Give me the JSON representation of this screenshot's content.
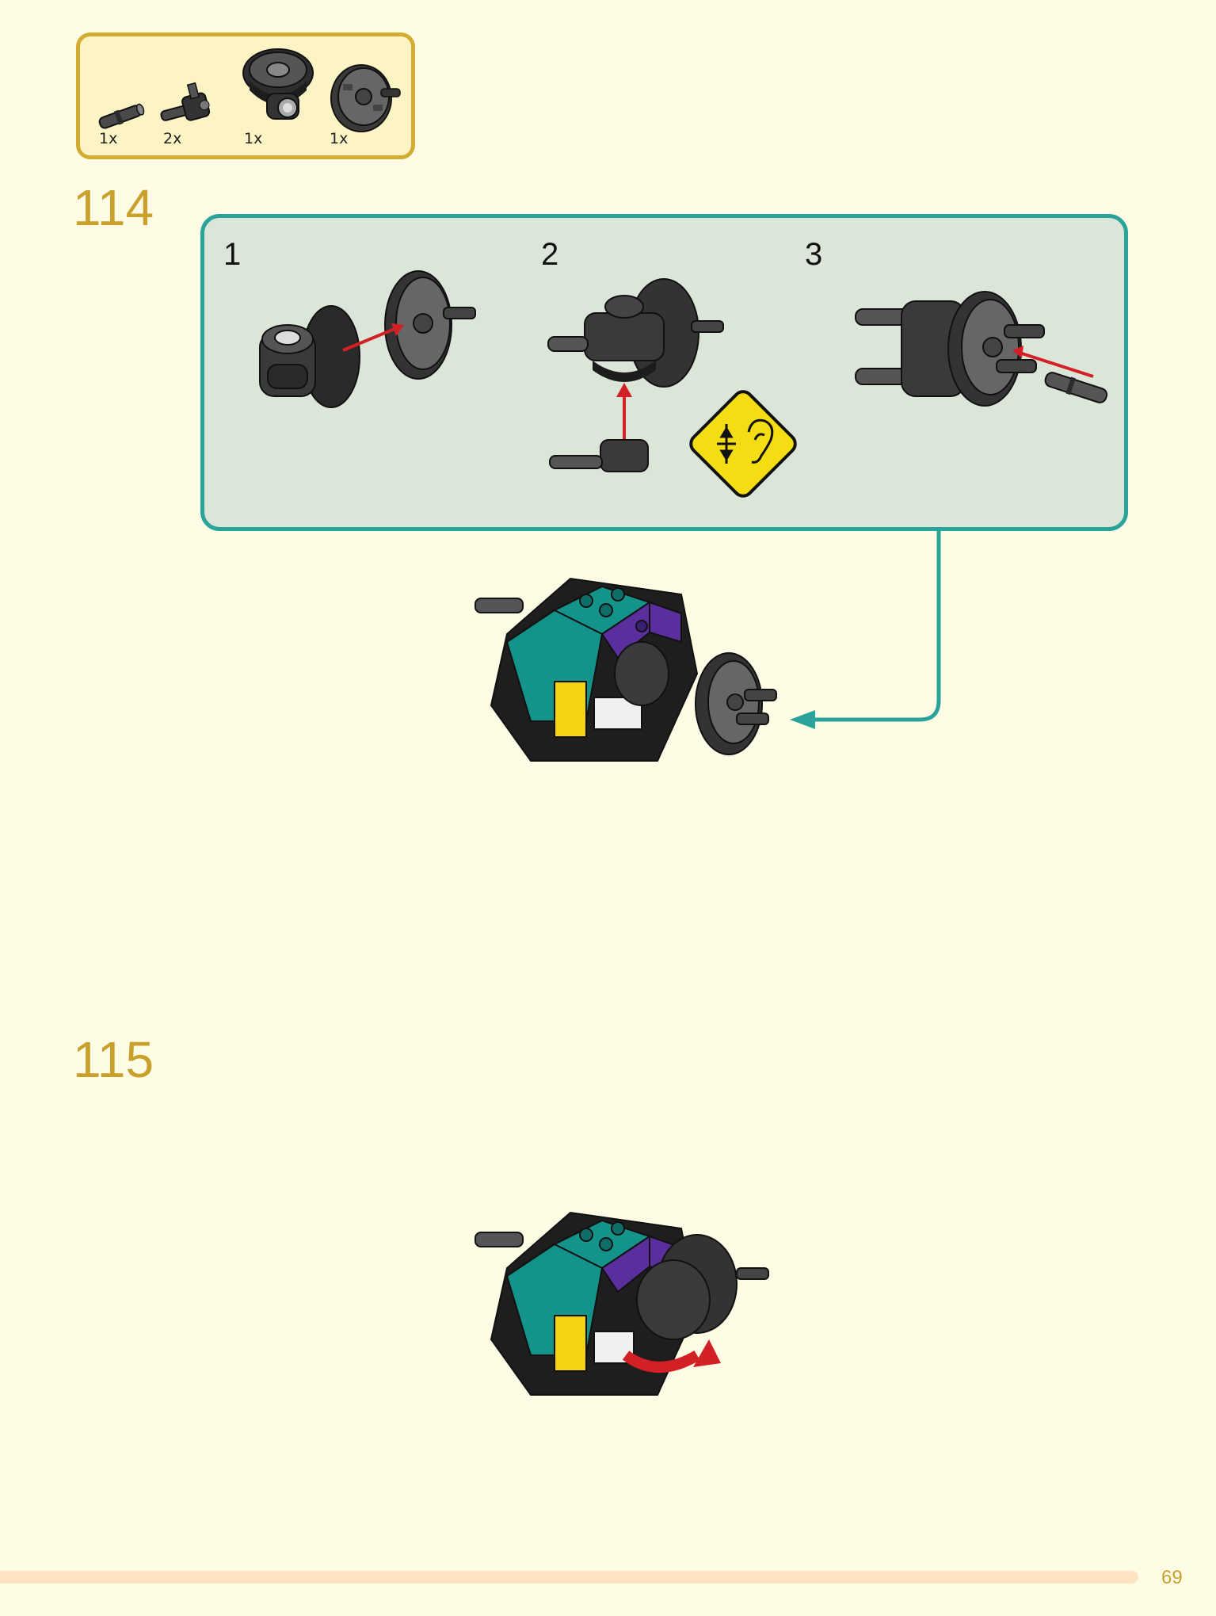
{
  "parts": [
    {
      "qty": "1x",
      "icon": "axle-pin-icon"
    },
    {
      "qty": "2x",
      "icon": "connector-pin-icon"
    },
    {
      "qty": "1x",
      "icon": "turntable-icon"
    },
    {
      "qty": "1x",
      "icon": "wheel-hub-icon"
    }
  ],
  "steps": [
    {
      "number": "114",
      "substeps": [
        "1",
        "2",
        "3"
      ]
    },
    {
      "number": "115"
    }
  ],
  "page_number": "69",
  "colors": {
    "background": "#fefce5",
    "parts_border": "#d3ad31",
    "substep_border": "#2aa39a",
    "step_number": "#c9a02b",
    "warning_yellow": "#f5dd14",
    "arrow_red": "#d32027"
  }
}
